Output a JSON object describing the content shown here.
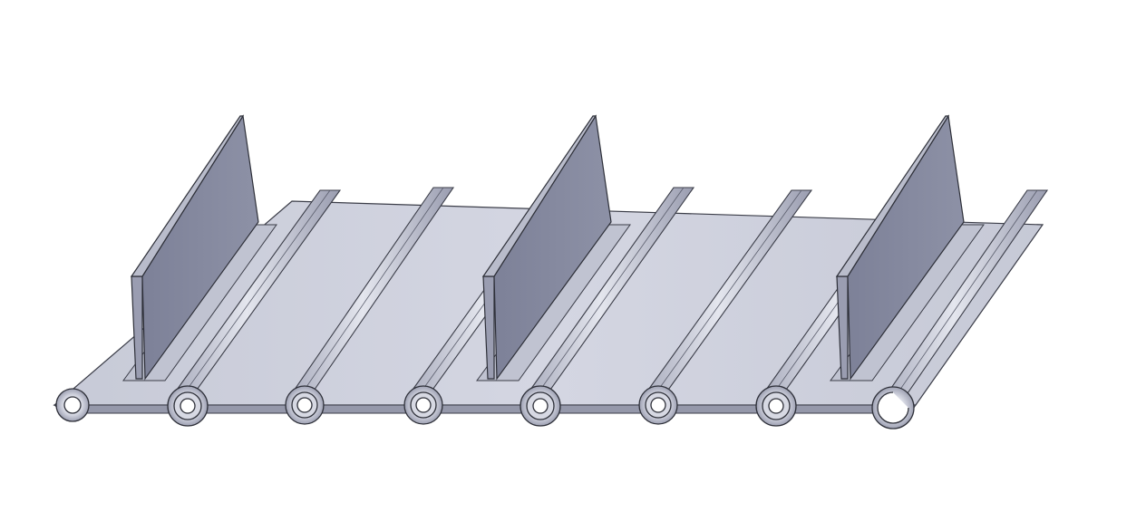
{
  "scene": {
    "background": "#ffffff",
    "model": "extruded-belt-profile",
    "knuckle_count": 8,
    "flight_count": 3,
    "colors": {
      "surface_light": "#d2d4e0",
      "surface_mid": "#b7bac9",
      "surface_dark": "#8f93a6",
      "flight_face": "#8589a0",
      "edge_line": "#3b3d48"
    }
  }
}
